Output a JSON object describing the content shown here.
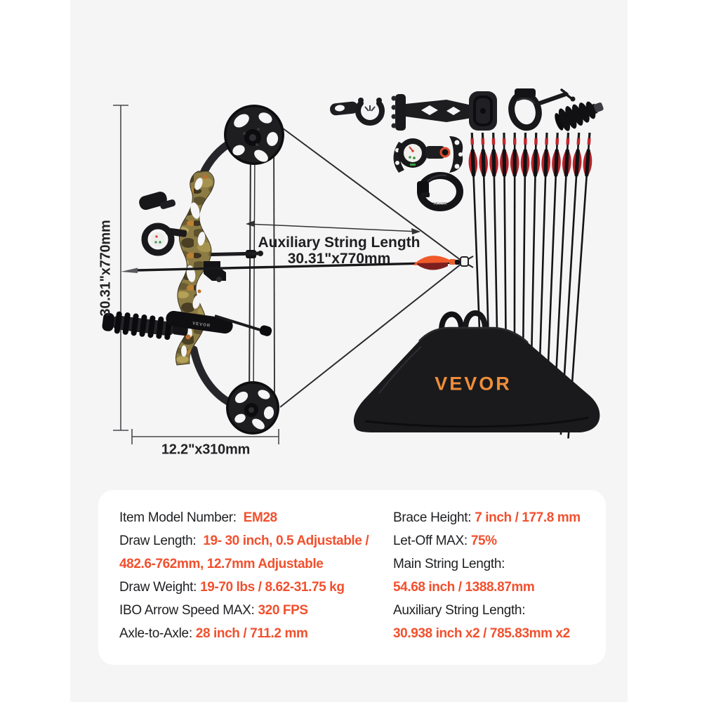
{
  "brand": {
    "logo": "VEVOR",
    "logo_color": "#EF8D3A"
  },
  "colors": {
    "accent_text": "#F1502E",
    "panel_bg": "#F5F5F6",
    "card_bg": "#FFFFFF",
    "ink": "#1E1F21",
    "gear_black": "#1B1B1D",
    "fletching_orange": "#F05A2B",
    "vane_red": "#B5242A",
    "camo_olive": "#8C7C44"
  },
  "annotations": {
    "aux_line1": "Auxiliary String Length",
    "aux_line2": "30.31\"x770mm",
    "bow_height": "30.31\"x770mm",
    "bow_width": "12.2\"x310mm"
  },
  "kit": {
    "arrow_count": 12
  },
  "specs": {
    "left": [
      [
        {
          "t": "Item Model Number:  ",
          "c": "ink"
        },
        {
          "t": "EM28",
          "c": "accent"
        }
      ],
      [
        {
          "t": "Draw Length:  ",
          "c": "ink"
        },
        {
          "t": "19- 30 inch, 0.5 Adjustable /",
          "c": "accent"
        }
      ],
      [
        {
          "t": "482.6-762mm, 12.7mm Adjustable",
          "c": "accent"
        }
      ],
      [
        {
          "t": "Draw Weight: ",
          "c": "ink"
        },
        {
          "t": "19-70 lbs / 8.62-31.75 kg",
          "c": "accent"
        }
      ],
      [
        {
          "t": "IBO Arrow Speed MAX: ",
          "c": "ink"
        },
        {
          "t": "320 FPS",
          "c": "accent"
        }
      ],
      [
        {
          "t": "Axle-to-Axle: ",
          "c": "ink"
        },
        {
          "t": "28 inch / 711.2 mm",
          "c": "accent"
        }
      ]
    ],
    "right": [
      [
        {
          "t": "Brace Height: ",
          "c": "ink"
        },
        {
          "t": "7 inch / 177.8 mm",
          "c": "accent"
        }
      ],
      [
        {
          "t": "Let-Off MAX: ",
          "c": "ink"
        },
        {
          "t": "75%",
          "c": "accent"
        }
      ],
      [
        {
          "t": "Main String Length:",
          "c": "ink"
        }
      ],
      [
        {
          "t": "54.68 inch / 1388.87mm",
          "c": "accent"
        }
      ],
      [
        {
          "t": "Auxiliary String Length:",
          "c": "ink"
        }
      ],
      [
        {
          "t": "30.938 inch x2 / 785.83mm x2",
          "c": "accent"
        }
      ]
    ]
  }
}
